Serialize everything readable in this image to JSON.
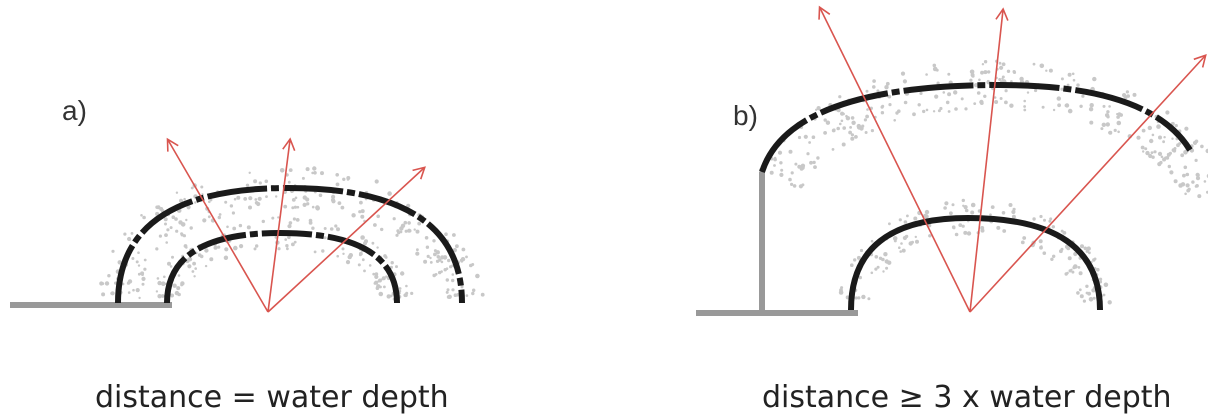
{
  "panels": [
    {
      "label": "a)",
      "caption": "distance = water depth"
    },
    {
      "label": "b)",
      "caption": "distance ≥ 3 x water depth"
    }
  ],
  "colors": {
    "wavefront": "#1a1a1a",
    "ray": "#d9554f",
    "ground": "#999999",
    "stipple": "#c8c8c8",
    "text": "#222222"
  }
}
